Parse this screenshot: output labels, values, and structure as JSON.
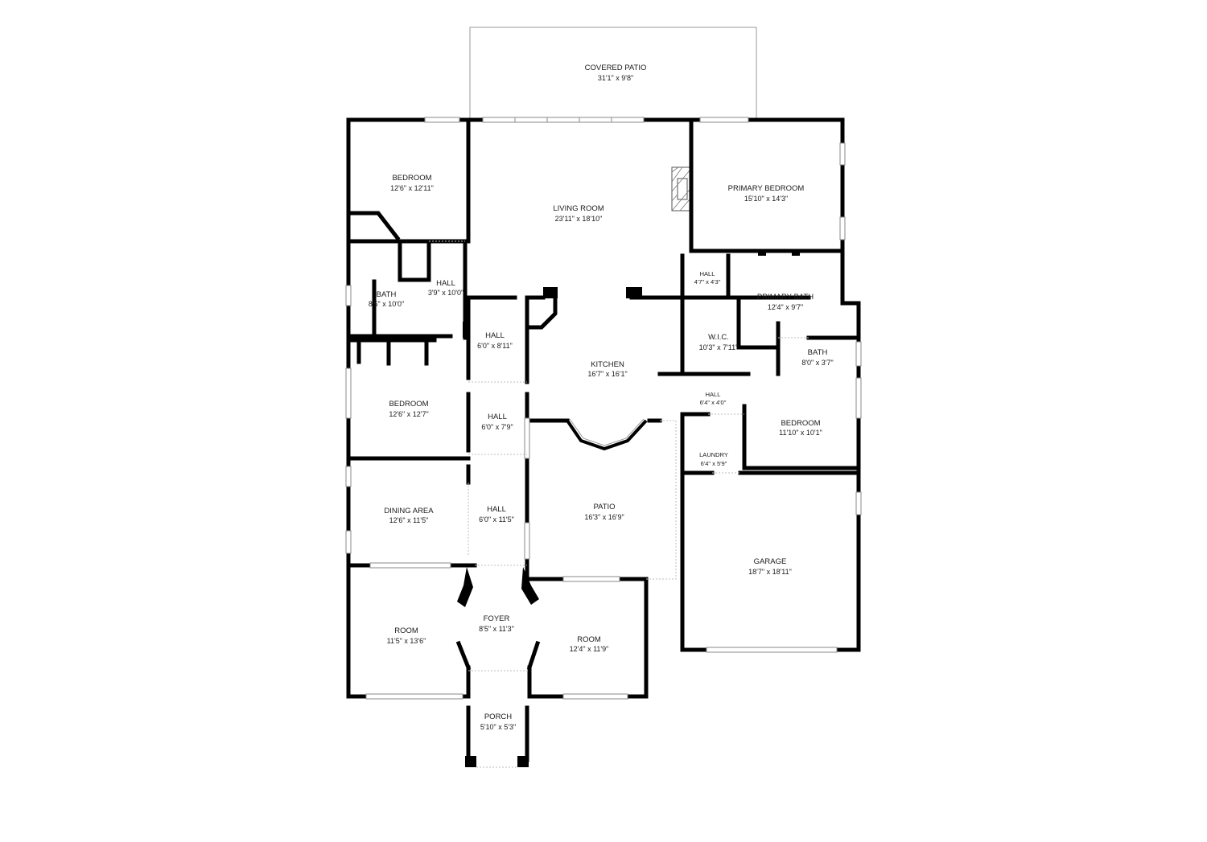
{
  "rooms": [
    {
      "id": "covered-patio",
      "label": "COVERED PATIO",
      "dims": "31'1\" x 9'8\""
    },
    {
      "id": "bedroom-1",
      "label": "BEDROOM",
      "dims": "12'6\" x 12'11\""
    },
    {
      "id": "living-room",
      "label": "LIVING ROOM",
      "dims": "23'11\" x 18'10\""
    },
    {
      "id": "primary-bedroom",
      "label": "PRIMARY BEDROOM",
      "dims": "15'10\" x 14'3\""
    },
    {
      "id": "hall-1",
      "label": "HALL",
      "dims": "3'9\" x 10'0\""
    },
    {
      "id": "bath-1",
      "label": "BATH",
      "dims": "8'5\" x 10'0\""
    },
    {
      "id": "hall-2",
      "label": "HALL",
      "dims": "4'7\" x 4'3\""
    },
    {
      "id": "primary-bath",
      "label": "PRIMARY BATH",
      "dims": "12'4\" x 9'7\""
    },
    {
      "id": "hall-3",
      "label": "HALL",
      "dims": "6'0\" x 8'11\""
    },
    {
      "id": "kitchen",
      "label": "KITCHEN",
      "dims": "16'7\" x 16'1\""
    },
    {
      "id": "wic",
      "label": "W.I.C.",
      "dims": "10'3\" x 7'11\""
    },
    {
      "id": "bath-2",
      "label": "BATH",
      "dims": "8'0\" x 3'7\""
    },
    {
      "id": "bedroom-2",
      "label": "BEDROOM",
      "dims": "12'6\" x 12'7\""
    },
    {
      "id": "hall-4",
      "label": "HALL",
      "dims": "6'0\" x 7'9\""
    },
    {
      "id": "hall-5",
      "label": "HALL",
      "dims": "6'4\" x 4'0\""
    },
    {
      "id": "bedroom-3",
      "label": "BEDROOM",
      "dims": "11'10\" x 10'1\""
    },
    {
      "id": "laundry",
      "label": "LAUNDRY",
      "dims": "6'4\" x 5'9\""
    },
    {
      "id": "dining-area",
      "label": "DINING AREA",
      "dims": "12'6\" x 11'5\""
    },
    {
      "id": "hall-6",
      "label": "HALL",
      "dims": "6'0\" x 11'5\""
    },
    {
      "id": "patio",
      "label": "PATIO",
      "dims": "16'3\" x 16'9\""
    },
    {
      "id": "garage",
      "label": "GARAGE",
      "dims": "18'7\" x 18'11\""
    },
    {
      "id": "foyer",
      "label": "FOYER",
      "dims": "8'5\" x 11'3\""
    },
    {
      "id": "room-1",
      "label": "ROOM",
      "dims": "11'5\" x 13'6\""
    },
    {
      "id": "room-2",
      "label": "ROOM",
      "dims": "12'4\" x 11'9\""
    },
    {
      "id": "porch",
      "label": "PORCH",
      "dims": "5'10\" x 5'3\""
    }
  ]
}
